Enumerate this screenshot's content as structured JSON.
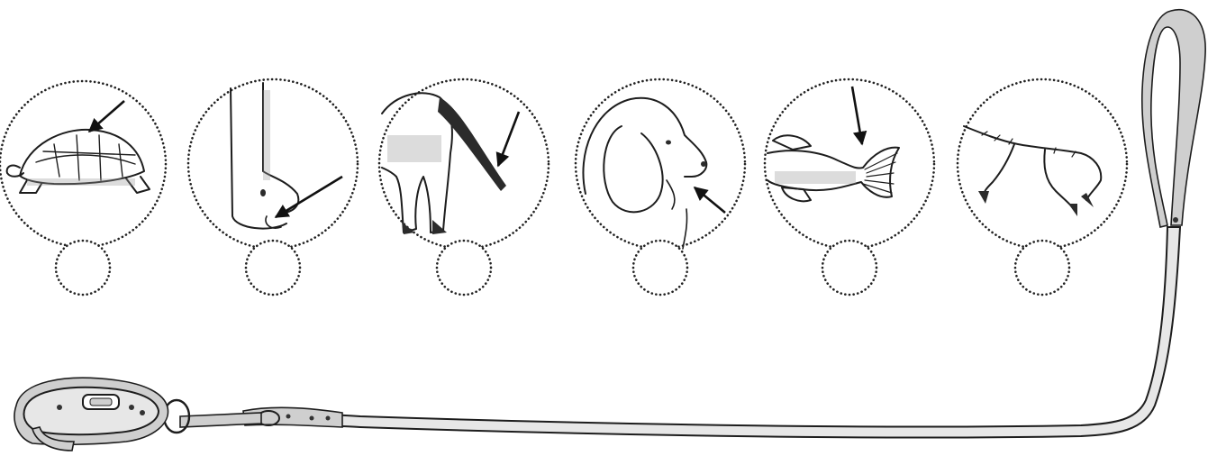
{
  "worksheet": {
    "panels": [
      {
        "key": "turtle",
        "subject_icon": "turtle-shell-icon",
        "answer": ""
      },
      {
        "key": "paw",
        "subject_icon": "dog-paw-icon",
        "answer": ""
      },
      {
        "key": "tail",
        "subject_icon": "dog-tail-icon",
        "answer": ""
      },
      {
        "key": "ear",
        "subject_icon": "poodle-ear-icon",
        "answer": ""
      },
      {
        "key": "fin",
        "subject_icon": "fish-tail-fin-icon",
        "answer": ""
      },
      {
        "key": "claw",
        "subject_icon": "bird-claw-icon",
        "answer": ""
      }
    ],
    "decoration": {
      "leash_icon": "dog-leash-icon",
      "collar_icon": "dog-collar-icon"
    }
  }
}
